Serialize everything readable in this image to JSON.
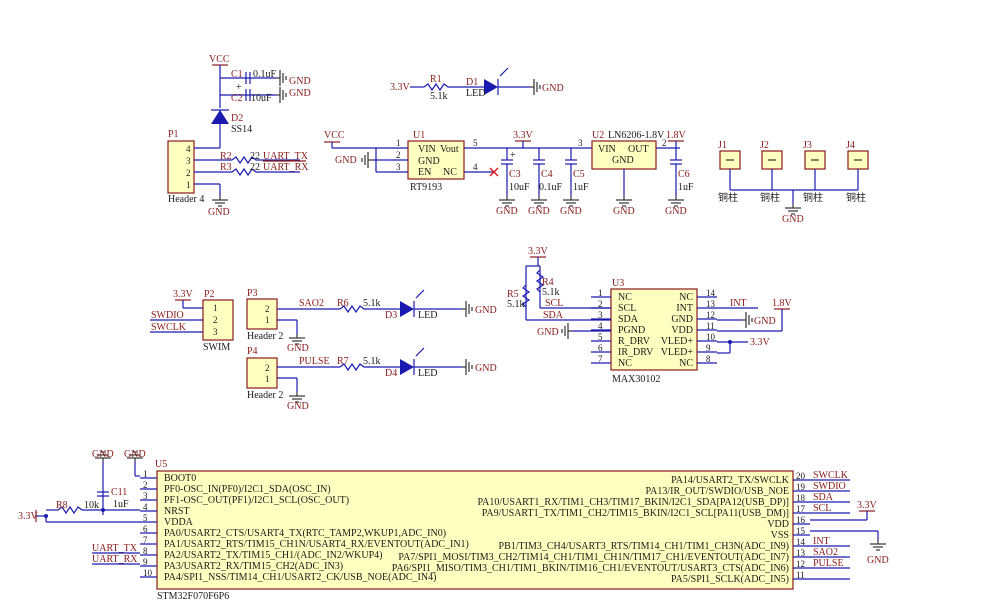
{
  "power": {
    "vcc": "VCC",
    "v33": "3.3V",
    "v18": "1.8V",
    "gnd": "GND"
  },
  "caps": {
    "c1": {
      "des": "C1",
      "val": "0.1uF"
    },
    "c2": {
      "des": "C2",
      "val": "10uF"
    },
    "c3": {
      "des": "C3",
      "val": "10uF"
    },
    "c4": {
      "des": "C4",
      "val": "0.1uF"
    },
    "c5": {
      "des": "C5",
      "val": "1uF"
    },
    "c6": {
      "des": "C6",
      "val": "1uF"
    },
    "c11": {
      "des": "C11",
      "val": "1uF"
    }
  },
  "diodes": {
    "d2": {
      "des": "D2",
      "val": "SS14"
    }
  },
  "res": {
    "r1": {
      "des": "R1",
      "val": "5.1k"
    },
    "r2": {
      "des": "R2",
      "val": "22"
    },
    "r3": {
      "des": "R3",
      "val": "22"
    },
    "r4": {
      "des": "R4",
      "val": "5.1k"
    },
    "r5": {
      "des": "R5",
      "val": "5.1k"
    },
    "r6": {
      "des": "R6",
      "val": "5.1k"
    },
    "r7": {
      "des": "R7",
      "val": "5.1k"
    },
    "r8": {
      "des": "R8",
      "val": "10k"
    }
  },
  "leds": {
    "d1": {
      "des": "D1",
      "val": "LED"
    },
    "d3": {
      "des": "D3",
      "val": "LED"
    },
    "d4": {
      "des": "D4",
      "val": "LED"
    }
  },
  "headers": {
    "p1": {
      "des": "P1",
      "name": "Header 4",
      "pins": [
        "4",
        "3",
        "2",
        "1"
      ]
    },
    "p2": {
      "des": "P2",
      "name": "SWIM",
      "pins": [
        "1",
        "2",
        "3"
      ]
    },
    "p3": {
      "des": "P3",
      "name": "Header 2",
      "pins": [
        "2",
        "1"
      ]
    },
    "p4": {
      "des": "P4",
      "name": "Header 2",
      "pins": [
        "2",
        "1"
      ]
    }
  },
  "nets": {
    "uart_tx": "UART_TX",
    "uart_rx": "UART_RX",
    "swdio": "SWDIO",
    "swclk": "SWCLK",
    "sao2": "SAO2",
    "pulse": "PULSE",
    "scl": "SCL",
    "sda": "SDA",
    "int": "INT"
  },
  "u1": {
    "des": "U1",
    "name": "RT9193",
    "pins_l": [
      "1",
      "2",
      "3"
    ],
    "labels_l": [
      "VIN",
      "GND",
      "EN"
    ],
    "labels_r": [
      "Vout",
      "NC"
    ],
    "pins_r": [
      "5",
      "4"
    ]
  },
  "u2": {
    "des": "U2",
    "name": "LN6206-1.8V",
    "vin": "VIN",
    "out": "OUT",
    "gnd": "GND",
    "pin_in": "3",
    "pin_out": "2"
  },
  "mounts": [
    {
      "des": "J1",
      "label": "铜柱"
    },
    {
      "des": "J2",
      "label": "铜柱"
    },
    {
      "des": "J3",
      "label": "铜柱"
    },
    {
      "des": "J4",
      "label": "铜柱"
    }
  ],
  "u3": {
    "des": "U3",
    "name": "MAX30102",
    "left": [
      {
        "n": "1",
        "t": "NC"
      },
      {
        "n": "2",
        "t": "SCL"
      },
      {
        "n": "3",
        "t": "SDA"
      },
      {
        "n": "4",
        "t": "PGND"
      },
      {
        "n": "5",
        "t": "R_DRV"
      },
      {
        "n": "6",
        "t": "IR_DRV"
      },
      {
        "n": "7",
        "t": "NC"
      }
    ],
    "right": [
      {
        "n": "14",
        "t": "NC"
      },
      {
        "n": "13",
        "t": "INT"
      },
      {
        "n": "12",
        "t": "GND"
      },
      {
        "n": "11",
        "t": "VDD"
      },
      {
        "n": "10",
        "t": "VLED+"
      },
      {
        "n": "9",
        "t": "VLED+"
      },
      {
        "n": "8",
        "t": "NC"
      }
    ]
  },
  "u5": {
    "des": "U5",
    "name": "STM32F070F6P6",
    "left": [
      {
        "n": "1",
        "t": "BOOT0"
      },
      {
        "n": "2",
        "t": "PF0-OSC_IN(PF0)/I2C1_SDA(OSC_IN)"
      },
      {
        "n": "3",
        "t": "PF1-OSC_OUT(PF1)/I2C1_SCL(OSC_OUT)"
      },
      {
        "n": "4",
        "t": "NRST"
      },
      {
        "n": "5",
        "t": "VDDA"
      },
      {
        "n": "6",
        "t": "PA0/USART2_CTS/USART4_TX(RTC_TAMP2,WKUP1,ADC_IN0)"
      },
      {
        "n": "7",
        "t": "PA1/USART2_RTS/TIM15_CH1N/USART4_RX/EVENTOUT(ADC_IN1)"
      },
      {
        "n": "8",
        "t": "PA2/USART2_TX/TIM15_CH1/(ADC_IN2/WKUP4)"
      },
      {
        "n": "9",
        "t": "PA3/USART2_RX/TIM15_CH2(ADC_IN3)"
      },
      {
        "n": "10",
        "t": "PA4/SPI1_NSS/TIM14_CH1/USART2_CK/USB_NOE(ADC_IN4)"
      }
    ],
    "right": [
      {
        "n": "20",
        "t": "PA14/USART2_TX/SWCLK"
      },
      {
        "n": "19",
        "t": "PA13/IR_OUT/SWDIO/USB_NOE"
      },
      {
        "n": "18",
        "t": "PA10/USART1_RX/TIM1_CH3/TIM17_BKIN/I2C1_SDA[PA12(USB_DP)]"
      },
      {
        "n": "17",
        "t": "PA9/USART1_TX/TIM1_CH2/TIM15_BKIN/I2C1_SCL[PA11(USB_DM)]"
      },
      {
        "n": "16",
        "t": "VDD"
      },
      {
        "n": "15",
        "t": "VSS"
      },
      {
        "n": "14",
        "t": "PB1/TIM3_CH4/USART3_RTS/TIM14_CH1/TIM1_CH3N(ADC_IN9)"
      },
      {
        "n": "13",
        "t": "PA7/SPI1_MOSI/TIM3_CH2/TIM14_CH1/TIM1_CH1N/TIM17_CH1/EVENTOUT(ADC_IN7)"
      },
      {
        "n": "12",
        "t": "PA6/SPI1_MISO/TIM3_CH1/TIM1_BKIN/TIM16_CH1/EVENTOUT/USART3_CTS(ADC_IN6)"
      },
      {
        "n": "11",
        "t": "PA5/SPI1_SCLK(ADC_IN5)"
      }
    ]
  }
}
